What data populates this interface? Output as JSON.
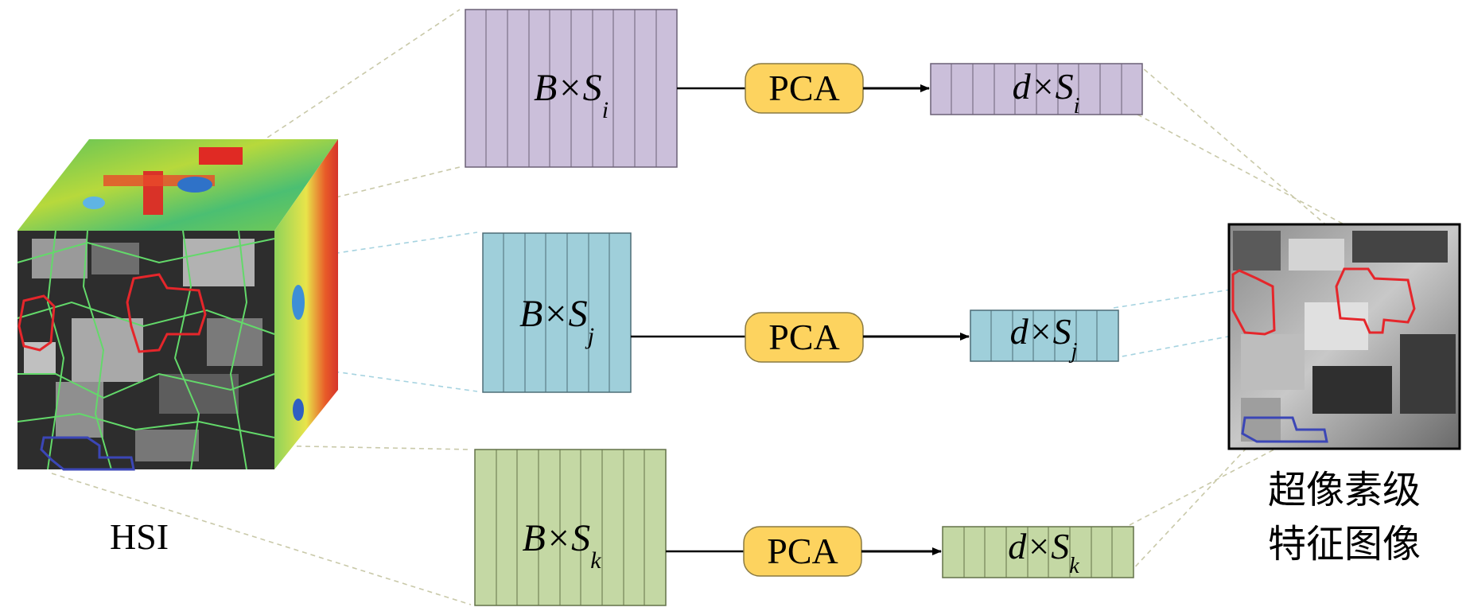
{
  "hsi_label": "HSI",
  "output_label_line1": "超像素级",
  "output_label_line2": "特征图像",
  "branches": [
    {
      "id": "i",
      "input_main": "B×S",
      "input_sub": "i",
      "op_label": "PCA",
      "output_main": "d×S",
      "output_sub": "i",
      "fill_color": "#cbbfda",
      "stroke_color": "#6b6076"
    },
    {
      "id": "j",
      "input_main": "B×S",
      "input_sub": "j",
      "op_label": "PCA",
      "output_main": "d×S",
      "output_sub": "j",
      "fill_color": "#9fcfda",
      "stroke_color": "#4d6d77"
    },
    {
      "id": "k",
      "input_main": "B×S",
      "input_sub": "k",
      "op_label": "PCA",
      "output_main": "d×S",
      "output_sub": "k",
      "fill_color": "#c4d8a4",
      "stroke_color": "#637248"
    }
  ],
  "colors": {
    "pca_fill": "#fdd35f",
    "pca_stroke": "#8a7a42",
    "arrow": "#000000",
    "region_red": "#e5262b",
    "region_blue": "#3b46b6",
    "superpixel_green": "#63d96a"
  }
}
